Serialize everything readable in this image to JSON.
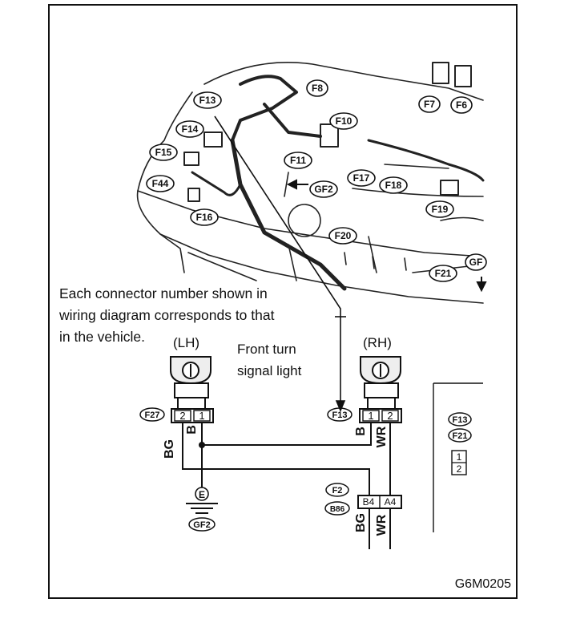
{
  "vehicle_callouts": [
    "F13",
    "F8",
    "F14",
    "F10",
    "F15",
    "F11",
    "GF2",
    "F44",
    "F17",
    "F18",
    "F16",
    "F19",
    "F20",
    "F21",
    "GF",
    "F7",
    "F6"
  ],
  "note_lines": [
    "Each connector number shown in",
    "wiring diagram corresponds to that",
    "in the vehicle."
  ],
  "lh": "(LH)",
  "rh": "(RH)",
  "center_label": [
    "Front turn",
    "signal light"
  ],
  "lh_connector": {
    "id": "F27",
    "pins": [
      "2",
      "1"
    ]
  },
  "rh_connector": {
    "id": "F13",
    "pins": [
      "1",
      "2"
    ]
  },
  "wires": {
    "lh_left": "BG",
    "lh_right": "B",
    "rh_left": "B",
    "rh_right": "WR",
    "bottom_left": "BG",
    "bottom_right": "WR"
  },
  "ground": {
    "symbol": "E",
    "id": "GF2"
  },
  "junction": {
    "ids": [
      "F2",
      "B86"
    ],
    "pins": [
      "B4",
      "A4"
    ]
  },
  "side_panel": {
    "callouts": [
      "F13",
      "F21"
    ],
    "pins": [
      "1",
      "2"
    ]
  },
  "figure_id": "G6M0205"
}
